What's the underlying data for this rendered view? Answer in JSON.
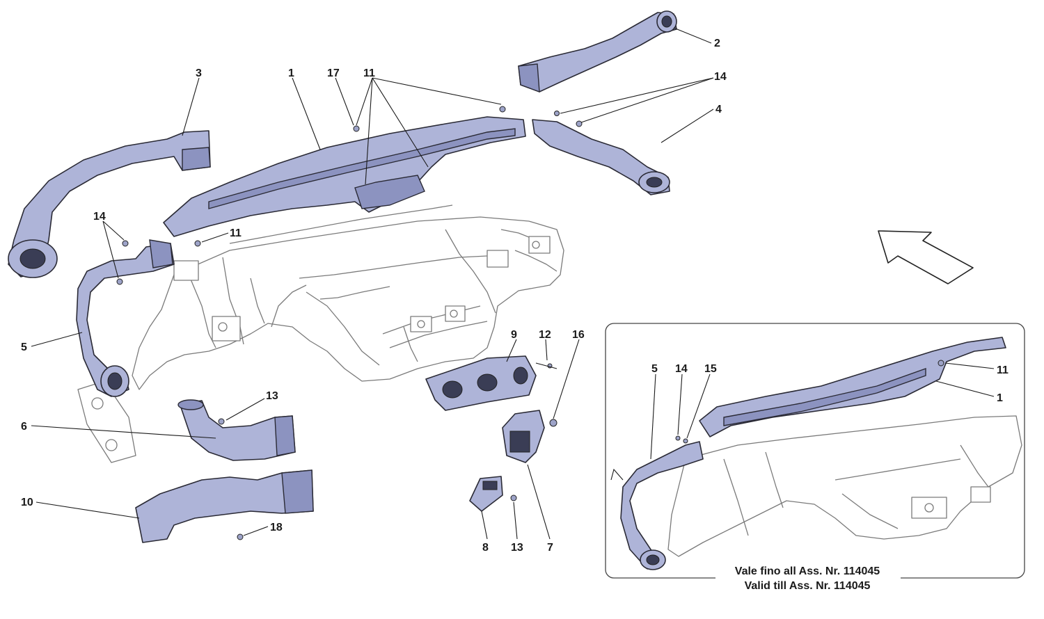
{
  "diagram": {
    "labels": [
      {
        "id": "l1",
        "text": "1"
      },
      {
        "id": "l2",
        "text": "2"
      },
      {
        "id": "l3",
        "text": "3"
      },
      {
        "id": "l4",
        "text": "4"
      },
      {
        "id": "l5",
        "text": "5"
      },
      {
        "id": "l6",
        "text": "6"
      },
      {
        "id": "l7",
        "text": "7"
      },
      {
        "id": "l8",
        "text": "8"
      },
      {
        "id": "l9",
        "text": "9"
      },
      {
        "id": "l10",
        "text": "10"
      },
      {
        "id": "l11a",
        "text": "11"
      },
      {
        "id": "l11b",
        "text": "11"
      },
      {
        "id": "l12",
        "text": "12"
      },
      {
        "id": "l13a",
        "text": "13"
      },
      {
        "id": "l13b",
        "text": "13"
      },
      {
        "id": "l14a",
        "text": "14"
      },
      {
        "id": "l14b",
        "text": "14"
      },
      {
        "id": "l16",
        "text": "16"
      },
      {
        "id": "l17",
        "text": "17"
      },
      {
        "id": "l18",
        "text": "18"
      }
    ],
    "inset": {
      "labels": [
        {
          "id": "i5",
          "text": "5"
        },
        {
          "id": "i14",
          "text": "14"
        },
        {
          "id": "i15",
          "text": "15"
        },
        {
          "id": "i11",
          "text": "11"
        },
        {
          "id": "i1",
          "text": "1"
        }
      ],
      "caption_it": "Vale fino all Ass. Nr. 114045",
      "caption_en": "Valid till Ass. Nr. 114045"
    },
    "colors": {
      "part_fill": "#aeb4d8",
      "part_stroke": "#2a2a35",
      "frame_stroke": "#7a7a7a"
    },
    "direction_arrow": "arrow-icon"
  }
}
